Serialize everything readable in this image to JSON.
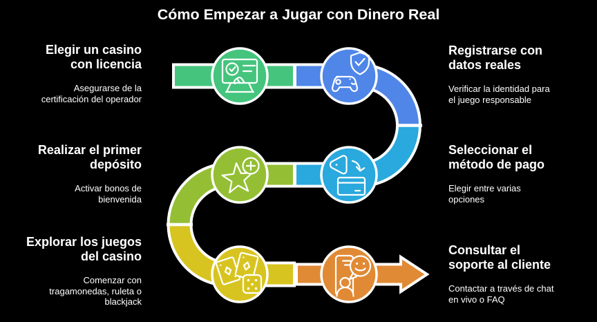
{
  "title": "Cómo Empezar a Jugar con Dinero Real",
  "colors": {
    "background": "#000000",
    "text": "#ffffff",
    "outline": "#ffffff"
  },
  "steps": [
    {
      "id": 1,
      "side": "left",
      "row": 1,
      "color": "#45c47d",
      "icon": "license-check-icon",
      "heading": "Elegir un casino con licencia",
      "heading_lines": [
        "Elegir un casino",
        "con licencia"
      ],
      "description": "Asegurarse de la certificación del operador",
      "description_lines": [
        "Asegurarse de la",
        "certificación del operador"
      ]
    },
    {
      "id": 2,
      "side": "right",
      "row": 1,
      "color": "#4f86e8",
      "icon": "gamepad-shield-icon",
      "heading": "Registrarse con datos reales",
      "heading_lines": [
        "Registrarse con",
        "datos reales"
      ],
      "description": "Verificar la identidad para el juego responsable",
      "description_lines": [
        "Verificar la identidad para",
        "el juego responsable"
      ]
    },
    {
      "id": 3,
      "side": "right",
      "row": 2,
      "color": "#29a9dd",
      "icon": "wallet-to-card-icon",
      "heading": "Seleccionar el método de pago",
      "heading_lines": [
        "Seleccionar el",
        "método de pago"
      ],
      "description": "Elegir entre varias opciones",
      "description_lines": [
        "Elegir entre varias",
        "opciones"
      ]
    },
    {
      "id": 4,
      "side": "left",
      "row": 2,
      "color": "#94bf34",
      "icon": "star-plus-icon",
      "heading": "Realizar el primer depósito",
      "heading_lines": [
        "Realizar el primer",
        "depósito"
      ],
      "description": "Activar bonos de bienvenida",
      "description_lines": [
        "Activar bonos de",
        "bienvenida"
      ]
    },
    {
      "id": 5,
      "side": "left",
      "row": 3,
      "color": "#d8c420",
      "icon": "cards-dice-icon",
      "heading": "Explorar los juegos del casino",
      "heading_lines": [
        "Explorar los juegos",
        "del casino"
      ],
      "description": "Comenzar con tragamonedas, ruleta o blackjack",
      "description_lines": [
        "Comenzar con",
        "tragamonedas, ruleta o",
        "blackjack"
      ]
    },
    {
      "id": 6,
      "side": "right",
      "row": 3,
      "color": "#e08a35",
      "icon": "support-chat-icon",
      "heading": "Consultar el soporte al cliente",
      "heading_lines": [
        "Consultar el",
        "soporte al cliente"
      ],
      "description": "Contactar a través de chat en vivo o FAQ",
      "description_lines": [
        "Contactar a través de chat",
        "en vivo o FAQ"
      ]
    }
  ]
}
